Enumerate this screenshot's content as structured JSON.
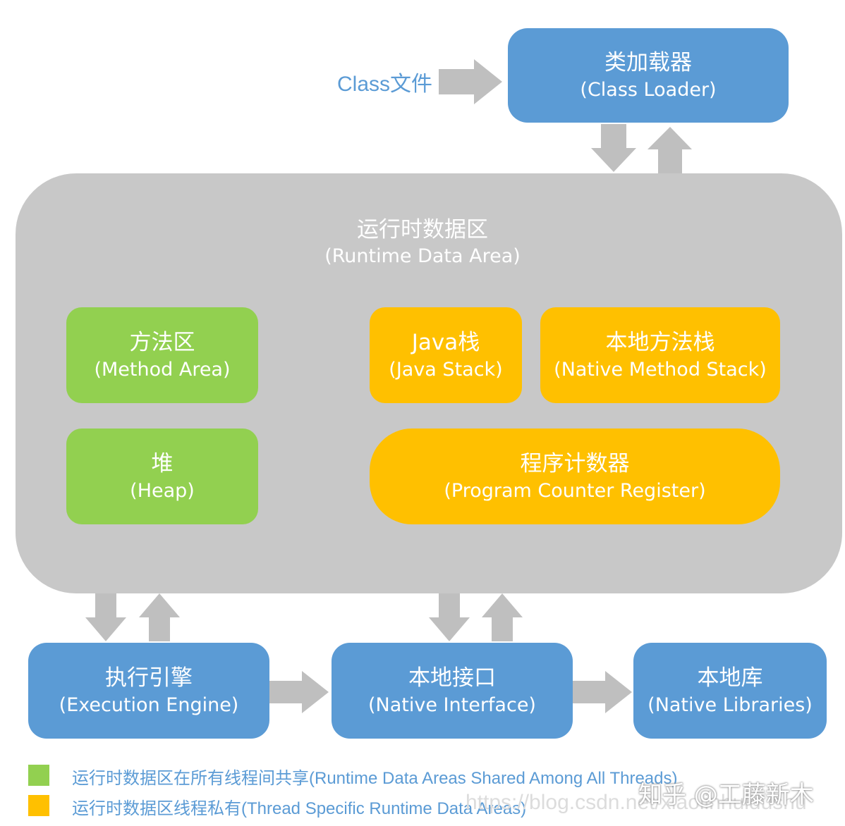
{
  "colors": {
    "blue": "#5b9bd5",
    "green": "#92d050",
    "orange": "#ffc000",
    "gray": "#c8c8c8",
    "arrow": "#bfbfbf"
  },
  "class_file": "Class文件",
  "class_loader": {
    "zh": "类加载器",
    "en": "(Class Loader)"
  },
  "runtime": {
    "zh": "运行时数据区",
    "en": "(Runtime Data Area)"
  },
  "method_area": {
    "zh": "方法区",
    "en": "(Method Area)"
  },
  "heap": {
    "zh": "堆",
    "en": "(Heap)"
  },
  "java_stack": {
    "zh": "Java栈",
    "en": "(Java Stack)"
  },
  "native_method_stack": {
    "zh": "本地方法栈",
    "en": "(Native Method Stack)"
  },
  "pc_register": {
    "zh": "程序计数器",
    "en": "(Program Counter Register)"
  },
  "execution_engine": {
    "zh": "执行引擎",
    "en": "(Execution Engine)"
  },
  "native_interface": {
    "zh": "本地接口",
    "en": "(Native Interface)"
  },
  "native_libraries": {
    "zh": "本地库",
    "en": "(Native Libraries)"
  },
  "legend": [
    {
      "color": "#92d050",
      "text": "运行时数据区在所有线程间共享(Runtime Data Areas Shared Among All Threads)"
    },
    {
      "color": "#ffc000",
      "text": "运行时数据区线程私有(Thread Specific Runtime Data Areas)"
    }
  ],
  "watermark": "知乎 @工藤新木",
  "url_watermark": "https://blog.csdn.net/xiaolinhuidushu"
}
